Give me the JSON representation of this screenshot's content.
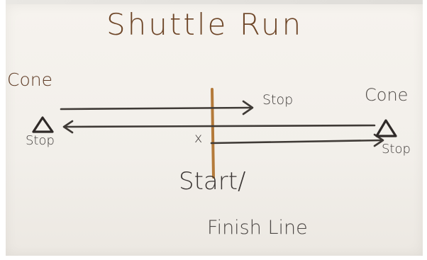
{
  "title": "Shuttle Run",
  "left_cone": {
    "label": "Cone",
    "stop_label": "Stop",
    "icon": "triangle-cone-icon"
  },
  "right_cone": {
    "label": "Cone",
    "stop_label": "Stop",
    "icon": "triangle-cone-icon"
  },
  "top_arrow": {
    "stop_label": "Stop"
  },
  "start_marker": "x",
  "start_finish": {
    "line1": "Start/",
    "line2": "Finish Line"
  },
  "colors": {
    "ink": "#3a3533",
    "marker_line": "#b47a3a",
    "title_ink": "#6e4628",
    "paper": "#f4f1ec"
  }
}
